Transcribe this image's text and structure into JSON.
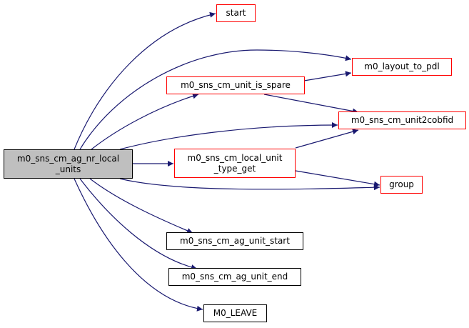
{
  "diagram": {
    "type": "call-graph",
    "edge_color": "#191970",
    "root": {
      "id": "root",
      "lines": [
        "m0_sns_cm_ag_nr_local",
        "_units"
      ],
      "fill": "#bfbfbf",
      "border": "#000000"
    },
    "nodes": [
      {
        "id": "start",
        "lines": [
          "start"
        ],
        "border": "#ff0000"
      },
      {
        "id": "layout_to_pdl",
        "lines": [
          "m0_layout_to_pdl"
        ],
        "border": "#ff0000"
      },
      {
        "id": "unit_is_spare",
        "lines": [
          "m0_sns_cm_unit_is_spare"
        ],
        "border": "#ff0000"
      },
      {
        "id": "unit2cobfid",
        "lines": [
          "m0_sns_cm_unit2cobfid"
        ],
        "border": "#ff0000"
      },
      {
        "id": "local_unit_type_get",
        "lines": [
          "m0_sns_cm_local_unit",
          "_type_get"
        ],
        "border": "#ff0000"
      },
      {
        "id": "group",
        "lines": [
          "group"
        ],
        "border": "#ff0000"
      },
      {
        "id": "ag_unit_start",
        "lines": [
          "m0_sns_cm_ag_unit_start"
        ],
        "border": "#000000"
      },
      {
        "id": "ag_unit_end",
        "lines": [
          "m0_sns_cm_ag_unit_end"
        ],
        "border": "#000000"
      },
      {
        "id": "leave",
        "lines": [
          "M0_LEAVE"
        ],
        "border": "#000000"
      }
    ],
    "edges": [
      {
        "from": "root",
        "to": "start"
      },
      {
        "from": "root",
        "to": "layout_to_pdl"
      },
      {
        "from": "root",
        "to": "unit_is_spare"
      },
      {
        "from": "root",
        "to": "unit2cobfid"
      },
      {
        "from": "root",
        "to": "local_unit_type_get"
      },
      {
        "from": "root",
        "to": "group"
      },
      {
        "from": "root",
        "to": "ag_unit_start"
      },
      {
        "from": "root",
        "to": "ag_unit_end"
      },
      {
        "from": "root",
        "to": "leave"
      },
      {
        "from": "unit_is_spare",
        "to": "layout_to_pdl"
      },
      {
        "from": "unit_is_spare",
        "to": "unit2cobfid"
      },
      {
        "from": "local_unit_type_get",
        "to": "unit2cobfid"
      },
      {
        "from": "local_unit_type_get",
        "to": "group"
      }
    ]
  }
}
